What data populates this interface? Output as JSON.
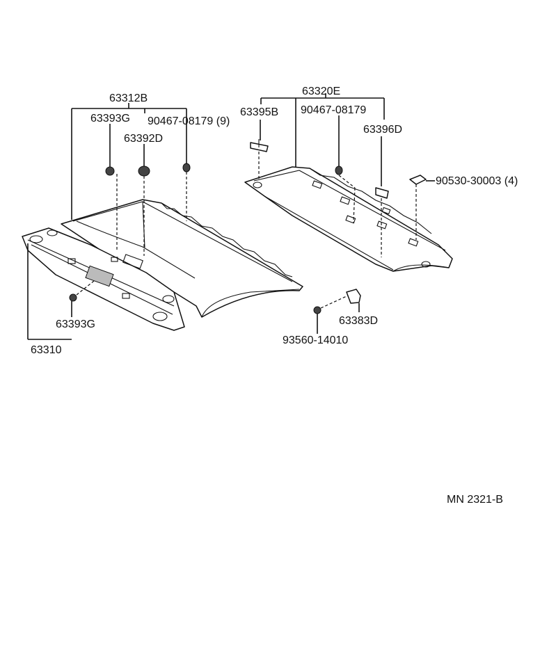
{
  "labels": {
    "p63312b": "63312B",
    "p63393g_top": "63393G",
    "p90467_9": "90467-08179 (9)",
    "p63392d": "63392D",
    "p63393g_bottom": "63393G",
    "p63310": "63310",
    "p63320e": "63320E",
    "p63395b": "63395B",
    "p90467": "90467-08179",
    "p63396d": "63396D",
    "p90530_4": "90530-30003 (4)",
    "p63383d": "63383D",
    "p93560": "93560-14010",
    "diagram_code": "MN  2321-B"
  }
}
